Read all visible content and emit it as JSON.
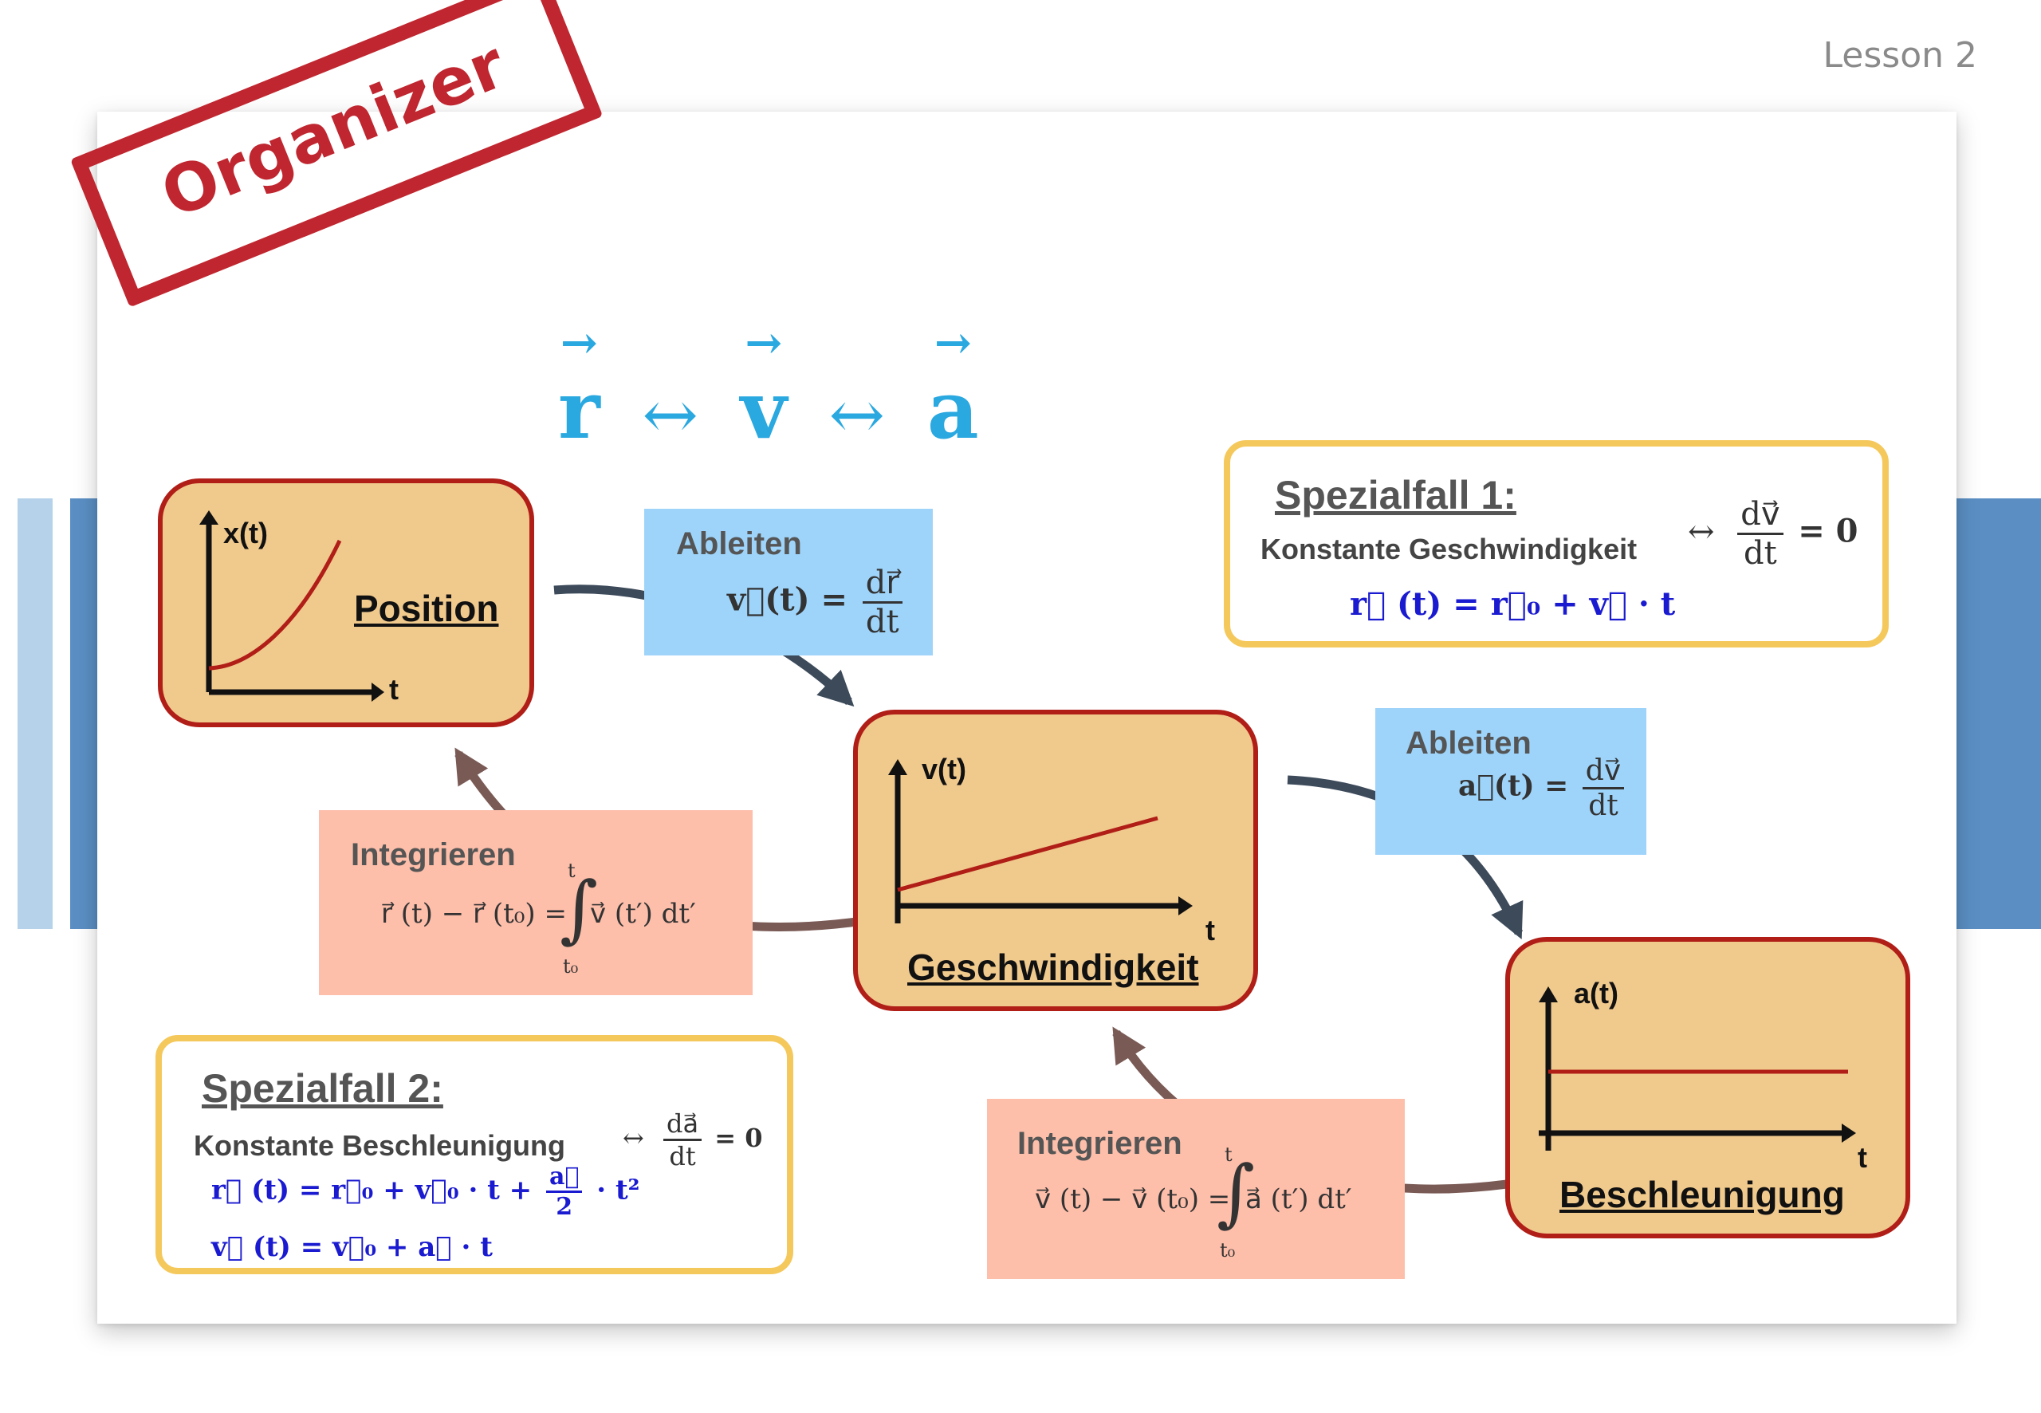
{
  "lesson_label": "Lesson 2",
  "stamp": {
    "text": "Organizer"
  },
  "headline": {
    "symbols": [
      "r",
      "v",
      "a"
    ],
    "arrow": "↔"
  },
  "nodes": {
    "position": {
      "label": "Position",
      "y_axis": "x(t)",
      "x_axis": "t"
    },
    "velocity": {
      "label": "Geschwindigkeit",
      "y_axis": "v(t)",
      "x_axis": "t"
    },
    "acceleration": {
      "label": "Beschleunigung",
      "y_axis": "a(t)",
      "x_axis": "t"
    }
  },
  "operations": {
    "derive_v": {
      "title": "Ableiten",
      "lhs": "v⃗(t) =",
      "num": "dr⃗",
      "den": "dt"
    },
    "derive_a": {
      "title": "Ableiten",
      "lhs": "a⃗(t) =",
      "num": "dv⃗",
      "den": "dt"
    },
    "integrate_r": {
      "title": "Integrieren",
      "lhs": "r⃗ (t) − r⃗ (t₀) =",
      "upper": "t",
      "lower": "t₀",
      "integrand": "v⃗ (t′)  dt′"
    },
    "integrate_v": {
      "title": "Integrieren",
      "lhs": "v⃗ (t) − v⃗ (t₀) =",
      "upper": "t",
      "lower": "t₀",
      "integrand": "a⃗ (t′)  dt′"
    }
  },
  "special_cases": {
    "case1": {
      "title": "Spezialfall 1:",
      "description": "Konstante Geschwindigkeit",
      "condition_arrow": "↔",
      "num": "dv⃗",
      "den": "dt",
      "rhs": "= 0",
      "formula": "r⃗ (t) = r⃗₀ + v⃗ · t"
    },
    "case2": {
      "title": "Spezialfall 2:",
      "description": "Konstante Beschleunigung",
      "condition_arrow": "↔",
      "num": "da⃗",
      "den": "dt",
      "rhs": "= 0",
      "formula1_a": "r⃗ (t) = r⃗₀ + v⃗₀ · t +",
      "formula1_num": "a⃗",
      "formula1_den": "2",
      "formula1_b": "· t²",
      "formula2": "v⃗ (t) = v⃗₀ + a⃗ · t"
    }
  },
  "colors": {
    "band": "#5b8fc4",
    "band_light": "#b5d2ea",
    "stamp": "#c0262f",
    "headline": "#2aa8e0",
    "node_fill": "#f0c98d",
    "node_border": "#b01e17",
    "derive_box": "#9ed4fa",
    "integrate_box": "#fdbeaa",
    "special_border": "#f5c85c",
    "formula_blue": "#1a1ad0",
    "arrow_dark": "#3c4a5a",
    "arrow_brown": "#7a5a55"
  }
}
